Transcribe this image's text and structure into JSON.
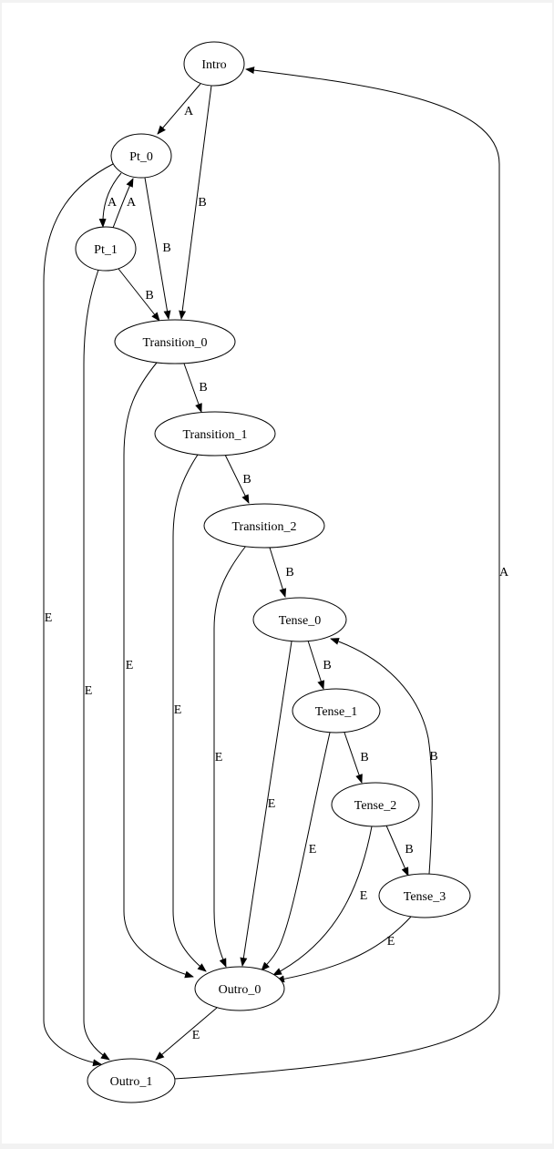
{
  "graph": {
    "nodes": [
      {
        "id": "Intro",
        "label": "Intro"
      },
      {
        "id": "Pt_0",
        "label": "Pt_0"
      },
      {
        "id": "Pt_1",
        "label": "Pt_1"
      },
      {
        "id": "Transition_0",
        "label": "Transition_0"
      },
      {
        "id": "Transition_1",
        "label": "Transition_1"
      },
      {
        "id": "Transition_2",
        "label": "Transition_2"
      },
      {
        "id": "Tense_0",
        "label": "Tense_0"
      },
      {
        "id": "Tense_1",
        "label": "Tense_1"
      },
      {
        "id": "Tense_2",
        "label": "Tense_2"
      },
      {
        "id": "Tense_3",
        "label": "Tense_3"
      },
      {
        "id": "Outro_0",
        "label": "Outro_0"
      },
      {
        "id": "Outro_1",
        "label": "Outro_1"
      }
    ],
    "edges": [
      {
        "from": "Intro",
        "to": "Pt_0",
        "label": "A"
      },
      {
        "from": "Intro",
        "to": "Transition_0",
        "label": "B"
      },
      {
        "from": "Pt_0",
        "to": "Pt_1",
        "label": "A"
      },
      {
        "from": "Pt_1",
        "to": "Pt_0",
        "label": "A"
      },
      {
        "from": "Pt_0",
        "to": "Transition_0",
        "label": "B"
      },
      {
        "from": "Pt_1",
        "to": "Transition_0",
        "label": "B"
      },
      {
        "from": "Pt_0",
        "to": "Outro_1",
        "label": "E"
      },
      {
        "from": "Pt_1",
        "to": "Outro_1",
        "label": "E"
      },
      {
        "from": "Transition_0",
        "to": "Outro_0",
        "label": "E"
      },
      {
        "from": "Transition_0",
        "to": "Transition_1",
        "label": "B"
      },
      {
        "from": "Transition_1",
        "to": "Outro_0",
        "label": "E"
      },
      {
        "from": "Transition_1",
        "to": "Transition_2",
        "label": "B"
      },
      {
        "from": "Transition_2",
        "to": "Outro_0",
        "label": "E"
      },
      {
        "from": "Transition_2",
        "to": "Tense_0",
        "label": "B"
      },
      {
        "from": "Tense_0",
        "to": "Outro_0",
        "label": "E"
      },
      {
        "from": "Tense_0",
        "to": "Tense_1",
        "label": "B"
      },
      {
        "from": "Tense_1",
        "to": "Outro_0",
        "label": "E"
      },
      {
        "from": "Tense_1",
        "to": "Tense_2",
        "label": "B"
      },
      {
        "from": "Tense_2",
        "to": "Outro_0",
        "label": "E"
      },
      {
        "from": "Tense_2",
        "to": "Tense_3",
        "label": "B"
      },
      {
        "from": "Tense_3",
        "to": "Tense_0",
        "label": "B"
      },
      {
        "from": "Tense_3",
        "to": "Outro_0",
        "label": "E"
      },
      {
        "from": "Outro_0",
        "to": "Outro_1",
        "label": "E"
      },
      {
        "from": "Outro_1",
        "to": "Intro",
        "label": "A"
      }
    ]
  }
}
